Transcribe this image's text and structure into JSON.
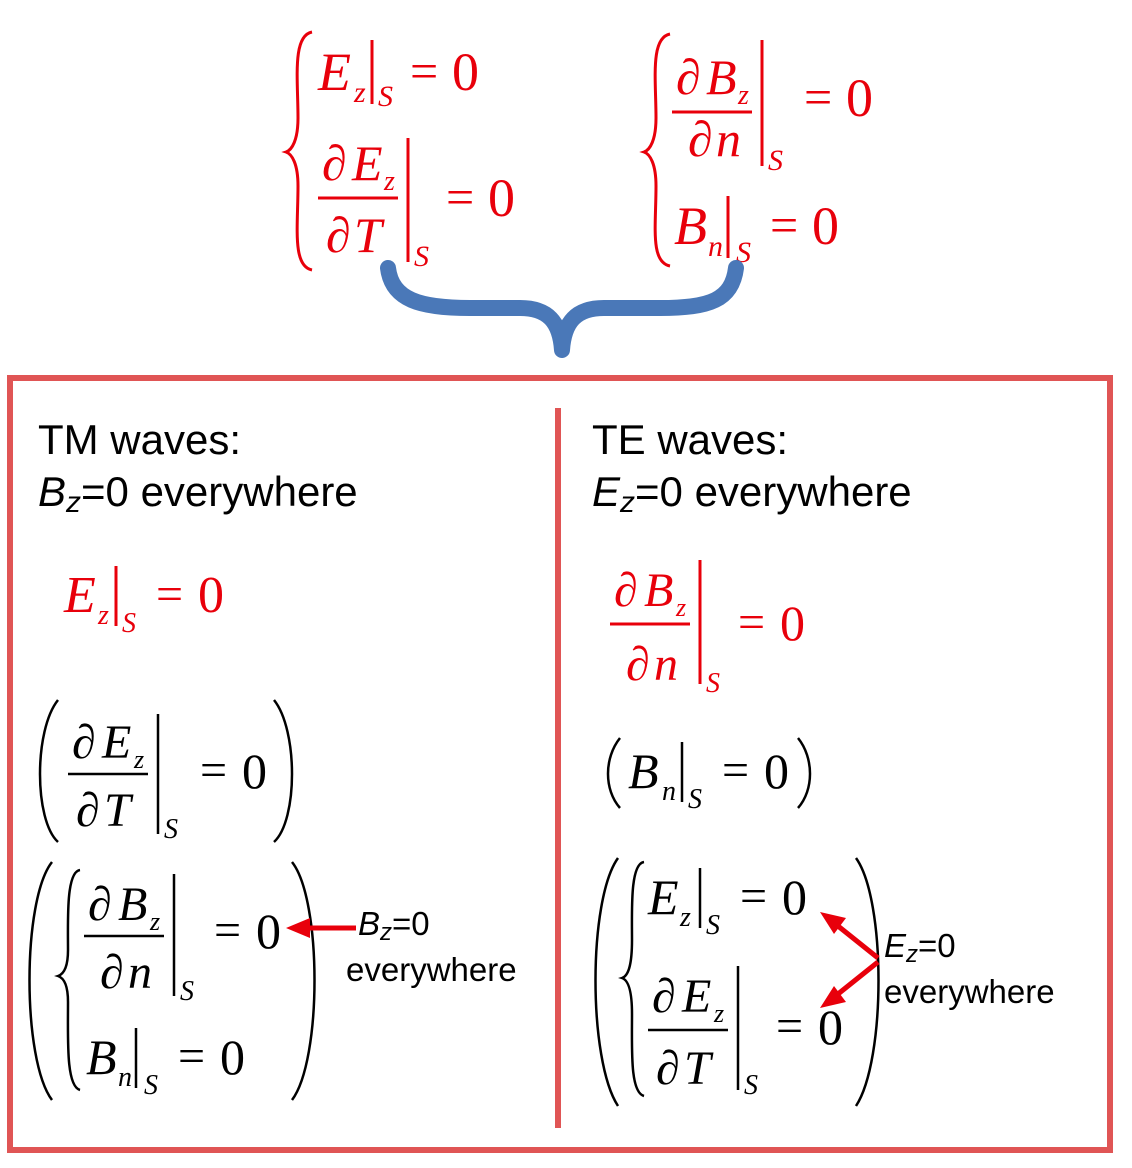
{
  "colors": {
    "accent_red": "#e8000b",
    "box_border": "#e05555",
    "brace_blue": "#4a78b8",
    "text": "#000000"
  },
  "symbols": {
    "E": "E",
    "B": "B",
    "z": "z",
    "S": "S",
    "n": "n",
    "T": "T",
    "partial": "∂",
    "equals": "=",
    "zero": "0"
  },
  "tm": {
    "title": "TM waves:",
    "cond_var": "B",
    "cond_sub": "z",
    "cond_rest": "=0 everywhere",
    "note_var": "B",
    "note_sub": "z",
    "note_eq": "=0",
    "note_word": "everywhere"
  },
  "te": {
    "title": "TE waves:",
    "cond_var": "E",
    "cond_sub": "z",
    "cond_rest": "=0 everywhere",
    "note_var": "E",
    "note_sub": "z",
    "note_eq": "=0",
    "note_word": "everywhere"
  }
}
